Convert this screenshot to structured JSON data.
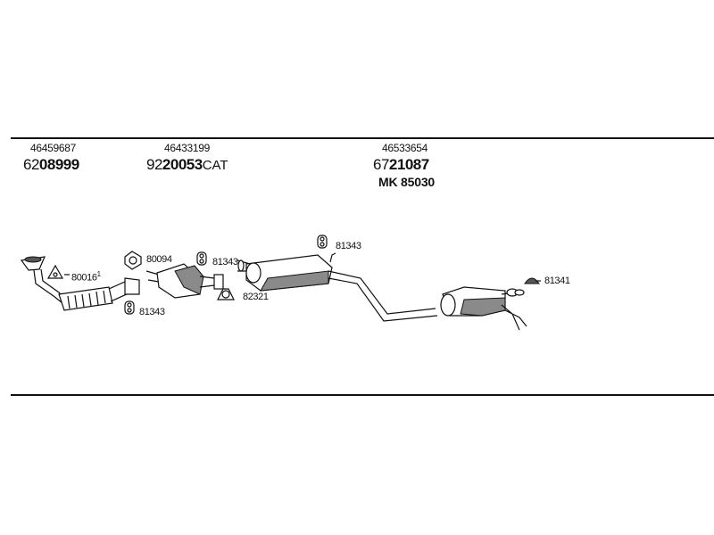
{
  "groups": [
    {
      "oe": "46459687",
      "code_prefix": "62",
      "code_bold": "08999",
      "code_suffix": ""
    },
    {
      "oe": "46433199",
      "code_prefix": "92",
      "code_bold": "20053",
      "code_suffix": "CAT"
    },
    {
      "oe": "46533654",
      "code_prefix": "67",
      "code_bold": "21087",
      "code_suffix": "",
      "extra": "MK 85030"
    }
  ],
  "parts": {
    "p80016": "80016",
    "p80016_mark": "1",
    "p80094": "80094",
    "p81343_a": "81343",
    "p81343_b": "81343",
    "p81343_c": "81343",
    "p82321": "82321",
    "p81341": "81341"
  }
}
